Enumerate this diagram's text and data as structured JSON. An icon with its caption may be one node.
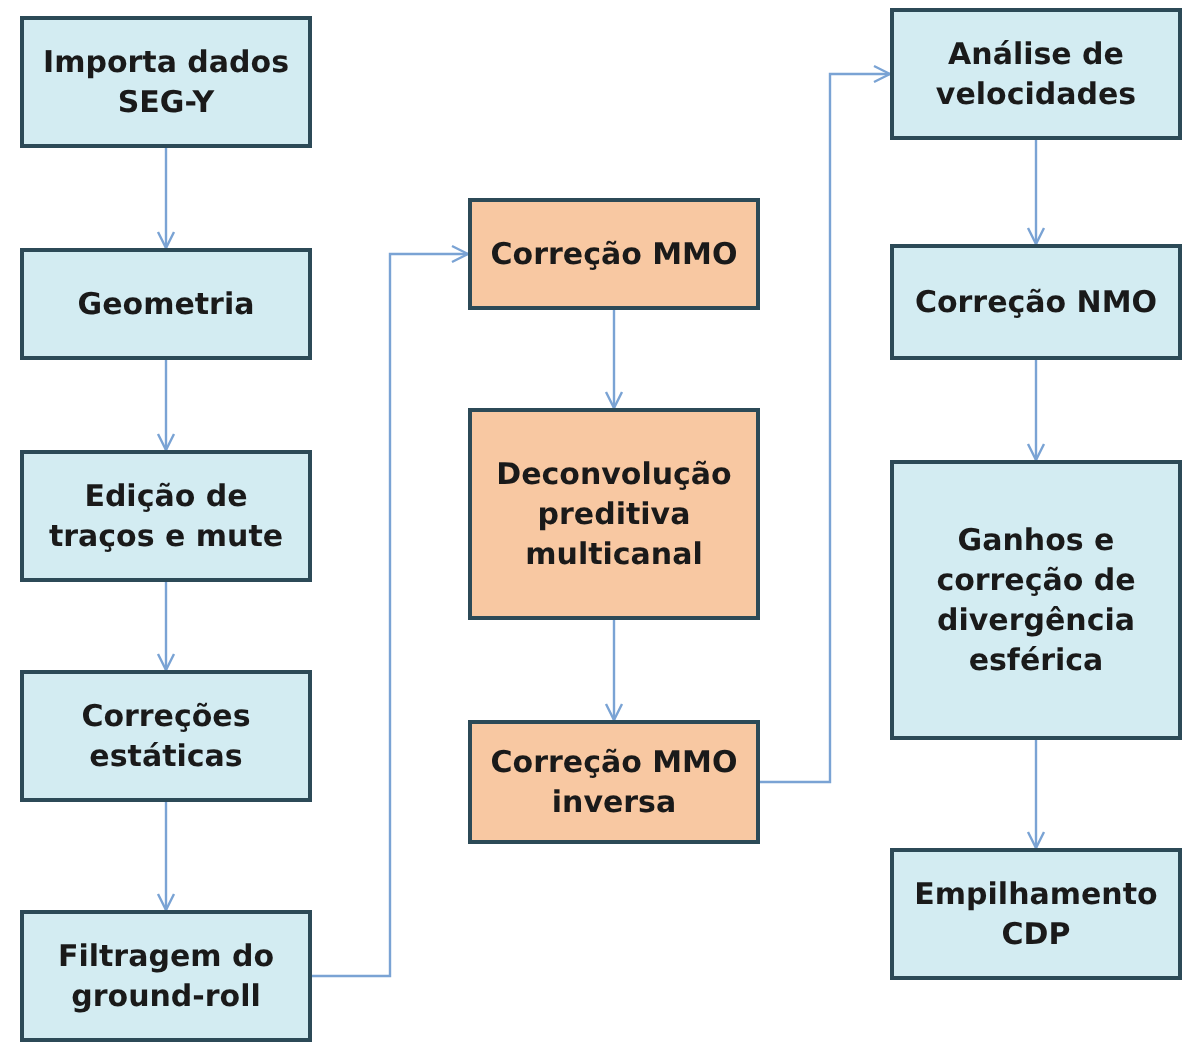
{
  "diagram": {
    "nodes": [
      {
        "text": [
          "Importa dados SEG-Y"
        ]
      },
      {
        "text": [
          "Geometria"
        ]
      },
      {
        "text": [
          "Edição de traços e mute"
        ]
      },
      {
        "text": [
          "Correções estáticas"
        ]
      },
      {
        "text": [
          "Filtragem do ground-roll"
        ]
      },
      {
        "text": [
          "Correção MMO"
        ]
      },
      {
        "text": [
          "Deconvolução preditiva multicanal"
        ]
      },
      {
        "text": [
          "Correção MMO inversa"
        ]
      },
      {
        "text": [
          "Análise de velocidades"
        ]
      },
      {
        "text": [
          "Correção NMO"
        ]
      },
      {
        "text": [
          "Ganhos e correção de divergência esférica"
        ]
      },
      {
        "text": [
          "Empilhamento CDP"
        ]
      }
    ],
    "edges": [
      {
        "from": 0,
        "to": 1,
        "arrow": "to"
      },
      {
        "from": 1,
        "to": 2,
        "arrow": "to"
      },
      {
        "from": 2,
        "to": 3,
        "arrow": "to"
      },
      {
        "from": 3,
        "to": 4,
        "arrow": "to"
      },
      {
        "from": 4,
        "to": 5,
        "arrow": "to"
      },
      {
        "from": 5,
        "to": 6,
        "arrow": "to"
      },
      {
        "from": 6,
        "to": 7,
        "arrow": "to"
      },
      {
        "from": 7,
        "to": 8,
        "arrow": "to"
      },
      {
        "from": 8,
        "to": 9,
        "arrow": "to"
      },
      {
        "from": 9,
        "to": 10,
        "arrow": "to"
      },
      {
        "from": 10,
        "to": 11,
        "arrow": "to"
      }
    ]
  }
}
